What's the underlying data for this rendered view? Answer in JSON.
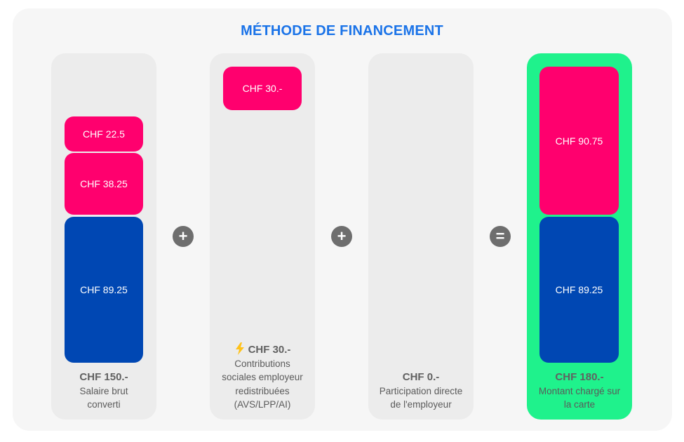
{
  "title": "MÉTHODE DE FINANCEMENT",
  "colors": {
    "title": "#1a73e8",
    "pink": "#ff006e",
    "blue": "#0047b3",
    "green": "#1ff28c",
    "grey": "#ececec"
  },
  "operators": [
    "+",
    "+",
    "="
  ],
  "chart_data": {
    "type": "bar",
    "categories": [
      "Salaire brut converti",
      "Contributions sociales employeur redistribuées (AVS/LPP/AI)",
      "Participation directe de l'employeur",
      "Montant chargé sur la carte"
    ],
    "columns": [
      {
        "total": "CHF 150.-",
        "label_lines": [
          "Salaire brut",
          "converti"
        ],
        "segments": [
          {
            "label": "CHF 22.5",
            "value": 22.5,
            "color": "pink"
          },
          {
            "label": "CHF 38.25",
            "value": 38.25,
            "color": "pink"
          },
          {
            "label": "CHF 89.25",
            "value": 89.25,
            "color": "blue"
          }
        ]
      },
      {
        "total": "CHF 30.-",
        "total_icon": "lightning-icon",
        "label_lines": [
          "Contributions",
          "sociales employeur",
          "redistribuées",
          "(AVS/LPP/AI)"
        ],
        "segments": [
          {
            "label": "CHF 30.-",
            "value": 30,
            "color": "pink"
          }
        ]
      },
      {
        "total": "CHF 0.-",
        "label_lines": [
          "Participation directe",
          "de l'employeur"
        ],
        "segments": []
      },
      {
        "total": "CHF 180.-",
        "label_lines": [
          "Montant chargé sur",
          "la carte"
        ],
        "segments": [
          {
            "label": "CHF 90.75",
            "value": 90.75,
            "color": "pink"
          },
          {
            "label": "CHF 89.25",
            "value": 89.25,
            "color": "blue"
          }
        ]
      }
    ]
  }
}
